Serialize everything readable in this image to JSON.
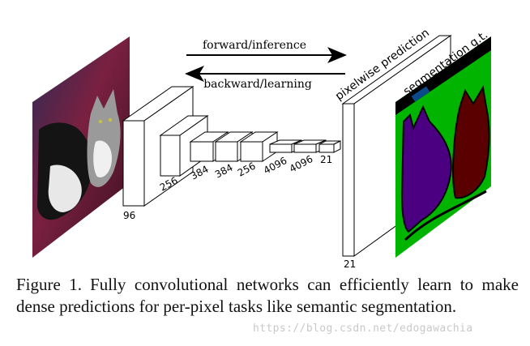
{
  "diagram": {
    "arrows": {
      "forward": "forward/inference",
      "backward": "backward/learning"
    },
    "layers": [
      "96",
      "256",
      "384",
      "384",
      "256",
      "4096",
      "4096",
      "21"
    ],
    "output_layer": "21",
    "labels": {
      "pixelwise": "pixelwise prediction",
      "groundtruth": "segmentation g.t."
    },
    "colors": {
      "segmentation_background": "#00b400",
      "dog_class": "#4b0082",
      "cat_class": "#5a0000",
      "boundary": "#000000",
      "label_tag": "#0a4a8a",
      "input_photo_base": "#6a1f3a"
    }
  },
  "caption": {
    "figure": "Figure 1.",
    "text": "Fully convolutional networks can efficiently learn to make dense predictions for per-pixel tasks like semantic segmentation."
  },
  "watermark": "https://blog.csdn.net/edogawachia"
}
